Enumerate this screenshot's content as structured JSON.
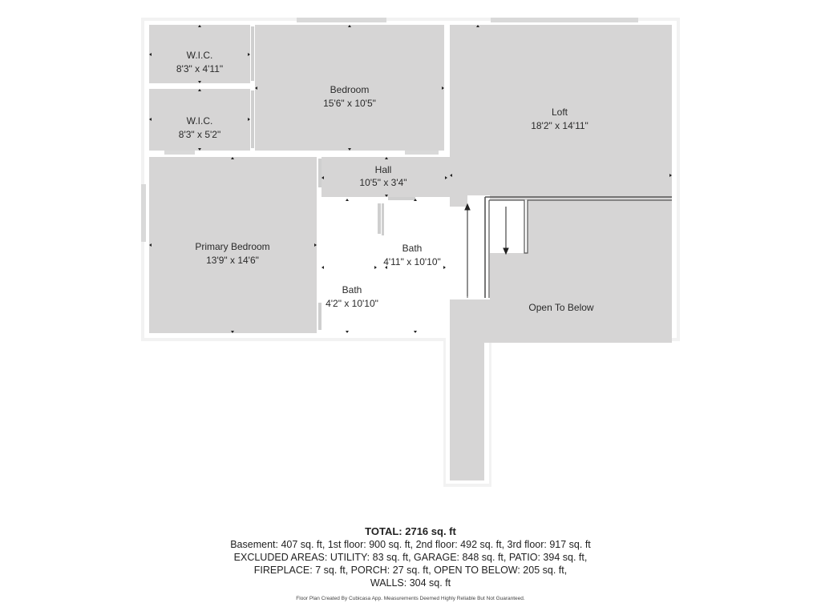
{
  "rooms": {
    "wic1": {
      "name": "W.I.C.",
      "dims": "8'3\" x 4'11\""
    },
    "wic2": {
      "name": "W.I.C.",
      "dims": "8'3\" x 5'2\""
    },
    "bedroom": {
      "name": "Bedroom",
      "dims": "15'6\" x 10'5\""
    },
    "loft": {
      "name": "Loft",
      "dims": "18'2\" x 14'11\""
    },
    "hall": {
      "name": "Hall",
      "dims": "10'5\" x 3'4\""
    },
    "primary_bedroom": {
      "name": "Primary Bedroom",
      "dims": "13'9\" x 14'6\""
    },
    "bath1": {
      "name": "Bath",
      "dims": "4'11\" x 10'10\""
    },
    "bath2": {
      "name": "Bath",
      "dims": "4'2\" x 10'10\""
    },
    "open_to_below": {
      "name": "Open To Below"
    }
  },
  "footer": {
    "total": "TOTAL: 2716 sq. ft",
    "line1": "Basement: 407 sq. ft, 1st floor: 900 sq. ft, 2nd floor: 492 sq. ft, 3rd floor: 917 sq. ft",
    "line2": "EXCLUDED AREAS: UTILITY: 83 sq. ft, GARAGE: 848 sq. ft, PATIO: 394 sq. ft,",
    "line3": "FIREPLACE: 7 sq. ft, PORCH: 27 sq. ft, OPEN TO BELOW: 205 sq. ft,",
    "line4": "WALLS: 304 sq. ft",
    "disclaimer": "Floor Plan Created By Cubicasa App. Measurements Deemed Highly Reliable But Not Guaranteed."
  },
  "colors": {
    "room_fill": "#d6d5d5",
    "wall": "#ffffff",
    "outline": "#efefef",
    "window": "#cfcfcf"
  }
}
